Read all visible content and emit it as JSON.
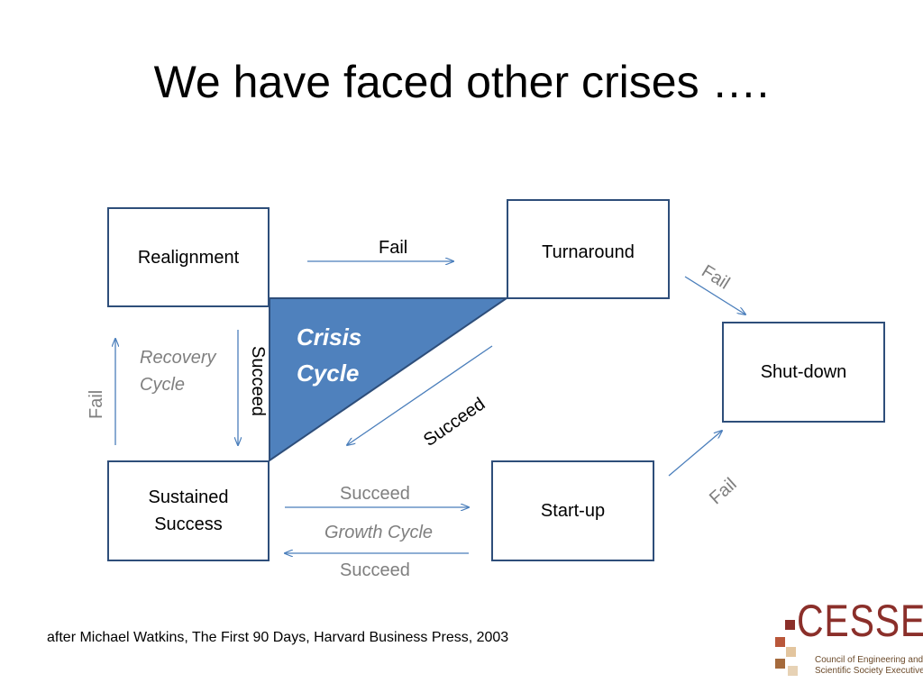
{
  "title": "We have faced other crises ….",
  "boxes": {
    "realignment": "Realignment",
    "turnaround": "Turnaround",
    "shutdown": "Shut-down",
    "sustained_line1": "Sustained",
    "sustained_line2": "Success",
    "startup": "Start-up"
  },
  "crisis_cycle": {
    "line1": "Crisis",
    "line2": "Cycle"
  },
  "labels": {
    "fail_top": "Fail",
    "fail_turnaround_shutdown": "Fail",
    "fail_startup_shutdown": "Fail",
    "fail_left": "Fail",
    "recovery_line1": "Recovery",
    "recovery_line2": "Cycle",
    "succeed_vertical": "Succeed",
    "succeed_diagonal": "Succeed",
    "succeed_top": "Succeed",
    "growth_cycle": "Growth Cycle",
    "succeed_bottom": "Succeed"
  },
  "footer": "after Michael Watkins, The First 90 Days, Harvard Business Press, 2003",
  "logo": {
    "name": "CESSE",
    "subtitle_line1": "Council of Engineering and",
    "subtitle_line2": "Scientific Society Executives"
  },
  "colors": {
    "box_border": "#2e4e7a",
    "triangle_fill": "#4f81bd",
    "arrow": "#4a7ebb",
    "gray_text": "#7f7f7f",
    "logo_red": "#8b2f2a"
  }
}
